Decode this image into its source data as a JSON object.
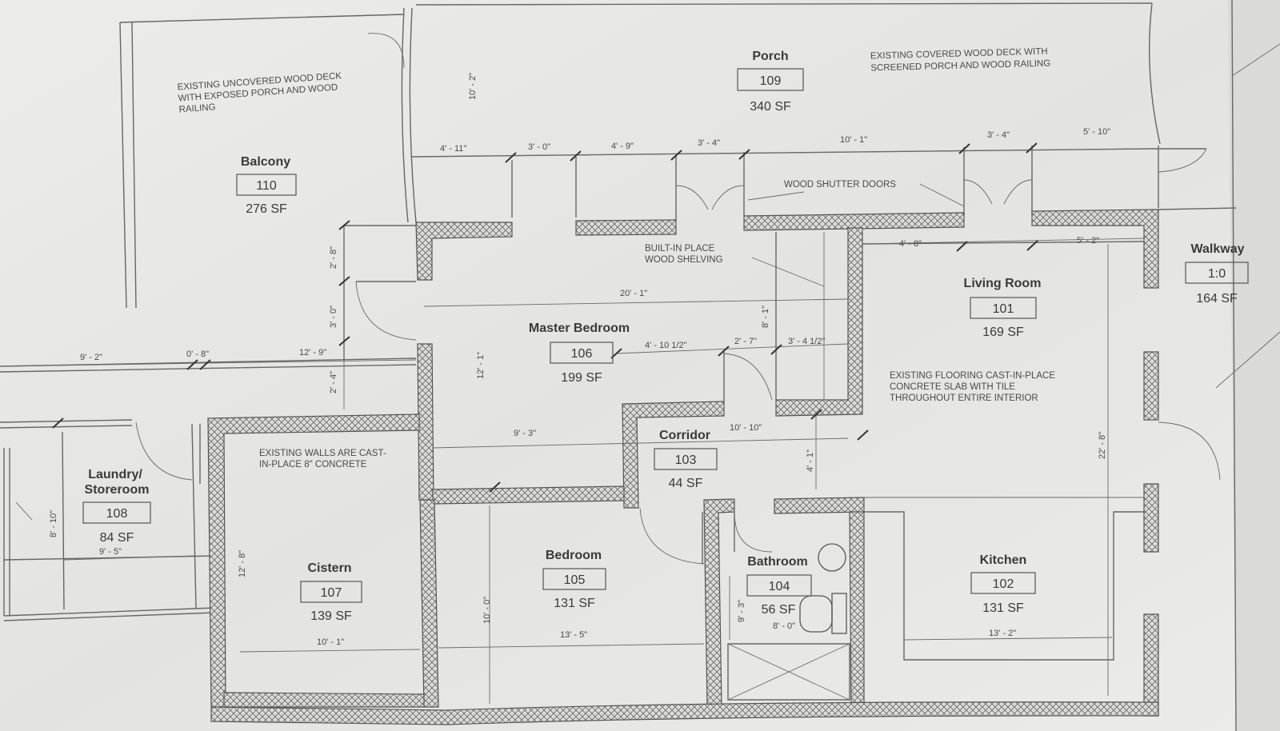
{
  "rooms": {
    "porch": {
      "name": "Porch",
      "number": "109",
      "area": "340 SF"
    },
    "balcony": {
      "name": "Balcony",
      "number": "110",
      "area": "276 SF"
    },
    "walkway": {
      "name": "Walkway",
      "number": "1:0",
      "area": "164 SF"
    },
    "living_room": {
      "name": "Living Room",
      "number": "101",
      "area": "169 SF"
    },
    "master_bedroom": {
      "name": "Master Bedroom",
      "number": "106",
      "area": "199 SF"
    },
    "corridor": {
      "name": "Corridor",
      "number": "103",
      "area": "44 SF"
    },
    "laundry": {
      "name": "Laundry/",
      "name2": "Storeroom",
      "number": "108",
      "area": "84 SF"
    },
    "cistern": {
      "name": "Cistern",
      "number": "107",
      "area": "139 SF"
    },
    "bedroom": {
      "name": "Bedroom",
      "number": "105",
      "area": "131 SF"
    },
    "bathroom": {
      "name": "Bathroom",
      "number": "104",
      "area": "56 SF"
    },
    "kitchen": {
      "name": "Kitchen",
      "number": "102",
      "area": "131 SF"
    }
  },
  "notes": {
    "balcony_deck": [
      "EXISTING UNCOVERED WOOD DECK",
      "WITH EXPOSED PORCH AND WOOD",
      "RAILING"
    ],
    "porch_deck": [
      "EXISTING COVERED WOOD DECK WITH",
      "SCREENED PORCH AND WOOD RAILING"
    ],
    "shutters": "WOOD SHUTTER DOORS",
    "shelving": [
      "BUILT-IN PLACE",
      "WOOD SHELVING"
    ],
    "flooring": [
      "EXISTING FLOORING CAST-IN-PLACE",
      "CONCRETE SLAB WITH TILE",
      "THROUGHOUT ENTIRE INTERIOR"
    ],
    "walls": [
      "EXISTING WALLS ARE CAST-",
      "IN-PLACE 8\" CONCRETE"
    ]
  },
  "dimensions": {
    "porch_depth": "10' - 2\"",
    "d_4_11": "4' - 11\"",
    "d_3_0": "3' - 0\"",
    "d_4_9": "4' - 9\"",
    "d_3_4a": "3' - 4\"",
    "d_10_1": "10' - 1\"",
    "d_3_4b": "3' - 4\"",
    "d_5_10": "5' - 10\"",
    "d_2_8": "2' - 8\"",
    "d_3_0v": "3' - 0\"",
    "d_2_4": "2' - 4\"",
    "d_20_1": "20' - 1\"",
    "d_8_1": "8' - 1\"",
    "d_4_8": "4' - 8\"",
    "d_5_2": "5' - 2\"",
    "d_9_2": "9' - 2\"",
    "d_0_8": "0' - 8\"",
    "d_12_9": "12' - 9\"",
    "d_4_10h": "4' - 10 1/2\"",
    "d_2_7": "2' - 7\"",
    "d_3_4h": "3' - 4 1/2\"",
    "d_12_1": "12' - 1\"",
    "d_9_3": "9' - 3\"",
    "d_10_10": "10' - 10\"",
    "d_4_1": "4' - 1\"",
    "d_22_8": "22' - 8\"",
    "d_8_10": "8' - 10\"",
    "d_9_5": "9' - 5\"",
    "d_12_8": "12' - 8\"",
    "d_10_1b": "10' - 1\"",
    "d_10_0": "10' - 0\"",
    "d_13_5": "13' - 5\"",
    "d_9_3b": "9' - 3\"",
    "d_8_0": "8' - 0\"",
    "d_13_2": "13' - 2\""
  }
}
